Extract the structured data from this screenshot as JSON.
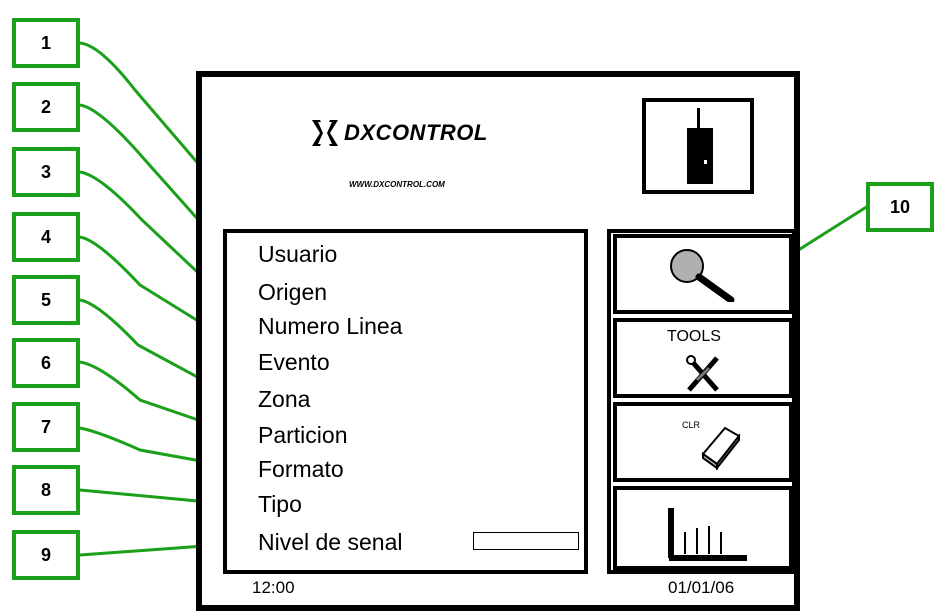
{
  "callouts": [
    "1",
    "2",
    "3",
    "4",
    "5",
    "6",
    "7",
    "8",
    "9",
    "10"
  ],
  "device": {
    "brand": "DXCONTROL",
    "url": "WWW.DXCONTROL.COM",
    "fields": [
      "Usuario",
      "Origen",
      "Numero Linea",
      "Evento",
      "Zona",
      "Particion",
      "Formato",
      "Tipo",
      "Nivel de senal"
    ],
    "buttons": {
      "search": "search-icon",
      "tools_label": "TOOLS",
      "clr_label": "CLR",
      "chart": "bar-chart-icon"
    },
    "time": "12:00",
    "date": "01/01/06"
  },
  "colors": {
    "callout_border": "#1aa01a",
    "leader_line": "#1aa01a",
    "outline": "#000000",
    "magnifier_lens": "#b0b0b0"
  }
}
